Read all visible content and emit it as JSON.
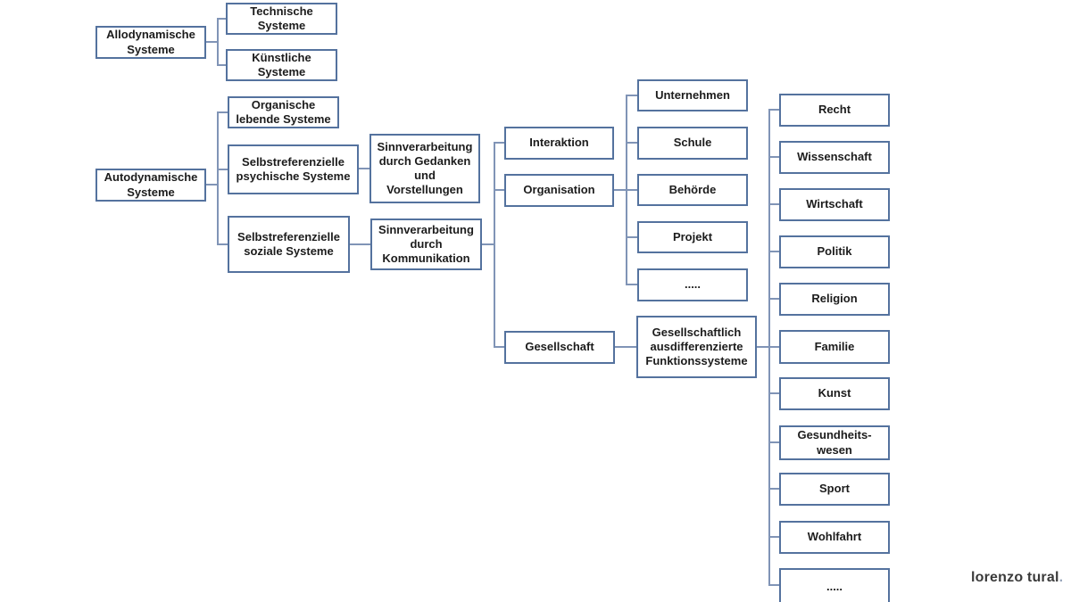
{
  "diagram": {
    "colors": {
      "box_border": "#54729e",
      "connector": "#8094b6",
      "text": "#1c1c1c",
      "watermark": "#3a3a3a",
      "watermark_dot": "#97a5bb"
    },
    "nodes": {
      "allodynamische": {
        "label": "Allodynamische\nSysteme"
      },
      "technische": {
        "label": "Technische\nSysteme"
      },
      "kuenstliche": {
        "label": "Künstliche\nSysteme"
      },
      "autodynamische": {
        "label": "Autodynamische\nSysteme"
      },
      "organische": {
        "label": "Organische\nlebende Systeme"
      },
      "psychische": {
        "label": "Selbstreferenzielle\npsychische Systeme"
      },
      "soziale": {
        "label": "Selbstreferenzielle\nsoziale Systeme"
      },
      "sinn_gedanken": {
        "label": "Sinnverarbeitung\ndurch Gedanken\nund\nVorstellungen"
      },
      "sinn_kommunikation": {
        "label": "Sinnverarbeitung\ndurch\nKommunikation"
      },
      "interaktion": {
        "label": "Interaktion"
      },
      "organisation": {
        "label": "Organisation"
      },
      "gesellschaft": {
        "label": "Gesellschaft"
      },
      "unternehmen": {
        "label": "Unternehmen"
      },
      "schule": {
        "label": "Schule"
      },
      "behoerde": {
        "label": "Behörde"
      },
      "projekt": {
        "label": "Projekt"
      },
      "organisation_weitere": {
        "label": "....."
      },
      "funktionssysteme": {
        "label": "Gesellschaftlich\nausdifferenzierte\nFunktionssysteme"
      },
      "recht": {
        "label": "Recht"
      },
      "wissenschaft": {
        "label": "Wissenschaft"
      },
      "wirtschaft": {
        "label": "Wirtschaft"
      },
      "politik": {
        "label": "Politik"
      },
      "religion": {
        "label": "Religion"
      },
      "familie": {
        "label": "Familie"
      },
      "kunst": {
        "label": "Kunst"
      },
      "gesundheitswesen": {
        "label": "Gesundheits-\nwesen"
      },
      "sport": {
        "label": "Sport"
      },
      "wohlfahrt": {
        "label": "Wohlfahrt"
      },
      "funktionssysteme_weitere": {
        "label": "....."
      }
    },
    "edges": [
      {
        "from": "allodynamische",
        "to": [
          "technische",
          "kuenstliche"
        ]
      },
      {
        "from": "autodynamische",
        "to": [
          "organische",
          "psychische",
          "soziale"
        ]
      },
      {
        "from": "psychische",
        "to": [
          "sinn_gedanken"
        ]
      },
      {
        "from": "soziale",
        "to": [
          "sinn_kommunikation"
        ]
      },
      {
        "from": "sinn_kommunikation",
        "to": [
          "interaktion",
          "organisation",
          "gesellschaft"
        ]
      },
      {
        "from": "organisation",
        "to": [
          "unternehmen",
          "schule",
          "behoerde",
          "projekt",
          "organisation_weitere"
        ]
      },
      {
        "from": "gesellschaft",
        "to": [
          "funktionssysteme"
        ]
      },
      {
        "from": "funktionssysteme",
        "to": [
          "recht",
          "wissenschaft",
          "wirtschaft",
          "politik",
          "religion",
          "familie",
          "kunst",
          "gesundheitswesen",
          "sport",
          "wohlfahrt",
          "funktionssysteme_weitere"
        ]
      }
    ]
  },
  "watermark": {
    "name": "lorenzo tural",
    "dot": "."
  }
}
